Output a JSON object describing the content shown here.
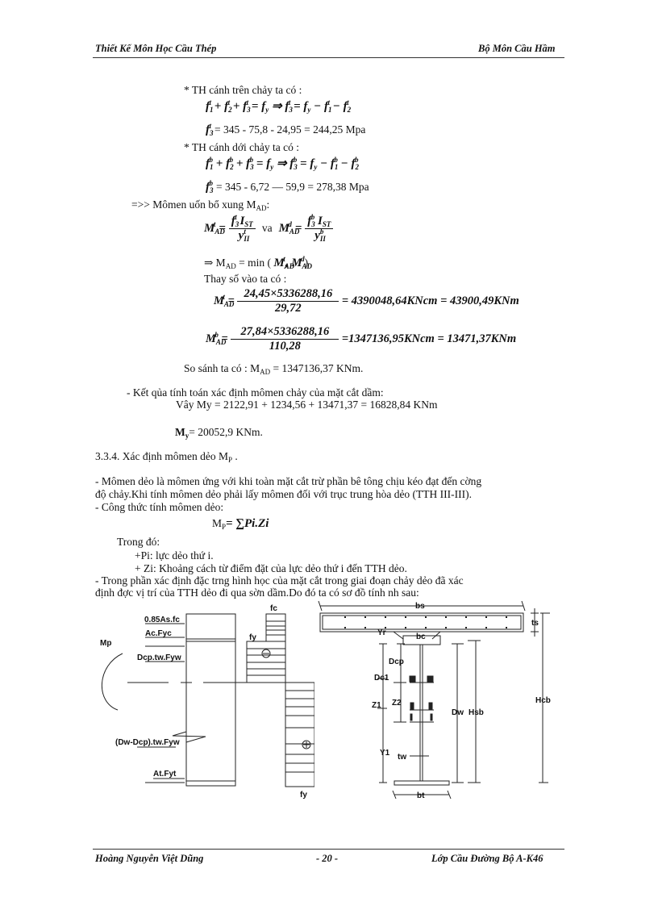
{
  "header": {
    "left": "Thiết Kế Môn Học Cầu Thép",
    "right": "Bộ Môn Cầu Hầm"
  },
  "footer": {
    "left": "Hoàng Nguyễn Việt Dũng",
    "center": "- 20 -",
    "right": "Lớp Cầu Đường Bộ A-K46"
  },
  "section_top_flange": {
    "title": "* TH  cánh trên chảy ta có :",
    "formula": "f1t + f2t + f3t = fy ⇒ f3t = fy − f1t − f2t",
    "calc_value": "= 345 - 75,8 - 24,95 = 244,25  Mpa"
  },
  "section_bottom_flange": {
    "title": "* TH  cánh dới   chảy ta có :",
    "formula": "f1b + f2b + f3b = fy ⇒ f3b = fy − f1b − f2b",
    "calc_value": "= 345 - 6,72 — 59,9 = 278,38  Mpa"
  },
  "mad": {
    "intro": "=>>  Mômen uốn bổ xung M",
    "intro_sub": "AD",
    "intro_end": ":",
    "va": "va",
    "min_line": "⇒ M",
    "min_sub": "AD",
    "min_rest": " = min  (",
    "substitute": "Thay số vào ta có :",
    "calc_top": {
      "numerator": "24,45×5336288,16",
      "denominator": "29,72",
      "result": "= 4390048,64KNcm = 43900,49KNm"
    },
    "calc_bottom": {
      "numerator": "27,84×5336288,16",
      "denominator": "110,28",
      "result": "=1347136,95KNcm = 13471,37KNm"
    },
    "compare_prefix": "So sánh ta có : M",
    "compare_sub": "AD",
    "compare_value": " = 1347136,37 KNm."
  },
  "yield_result": {
    "intro": "- Kết qủa tính toán  xác định mômen chảy của mặt cắt dầm:",
    "sum_line": "Vây My = 2122,91 + 1234,56 + 13471,37 = 16828,84  KNm",
    "my_label": "M",
    "my_sub": "y",
    "my_value": "= 20052,9  KNm."
  },
  "section_334": {
    "heading": "3.3.4. Xác định  mômen dẻo M",
    "heading_sub": "P",
    "heading_end": " .",
    "para1_line1": "- Mômen dẻo là mômen ứng với khi toàn mặt cắt trừ phần bê tông chịu kéo đạt đến cờng",
    "para1_line2": "độ chảy.Khi tính mômen dẻo phải lấy mômen đối với trục trung hòa dẻo (TTH III-III).",
    "formula_intro": "- Công thức tính mômen dẻo:",
    "formula_lhs": "M",
    "formula_sub": "P",
    "formula_rhs": "= ∑Pi.Zi",
    "where": "Trong đó:",
    "pi": "+Pi: lực dẻo thứ i.",
    "zi": "+ Zi: Khoảng cách từ điểm đặt của lực dẻo thứ i đến TTH dẻo.",
    "para2_line1": "- Trong phần  xác định đặc trng   hình học của mặt cắt trong giai đoạn  chảy dẻo đã xác",
    "para2_line2": "định đợc   vị trí của TTH dẻo đi qua sờn   dầm.Do đó  ta có sơ đồ tính nh   sau:"
  },
  "diagram_left": {
    "forces": [
      "0.85As.fc",
      "Ac.Fyc",
      "Dcp.tw.Fyw",
      "(Dw-Dcp).tw.Fyw",
      "At.Fyt"
    ],
    "moment_label": "Mp",
    "stress_labels": {
      "fc": "fc",
      "fy_top": "fy",
      "fy_bottom": "fy"
    },
    "signs": {
      "compression": "⊖",
      "tension": "⊕"
    }
  },
  "diagram_right": {
    "labels": [
      "bs",
      "ts",
      "Yr",
      "bc",
      "Dcp",
      "Dc1",
      "Z1",
      "Z2",
      "Y1",
      "tw",
      "Dw",
      "Hsb",
      "Hcb",
      "bt"
    ]
  }
}
